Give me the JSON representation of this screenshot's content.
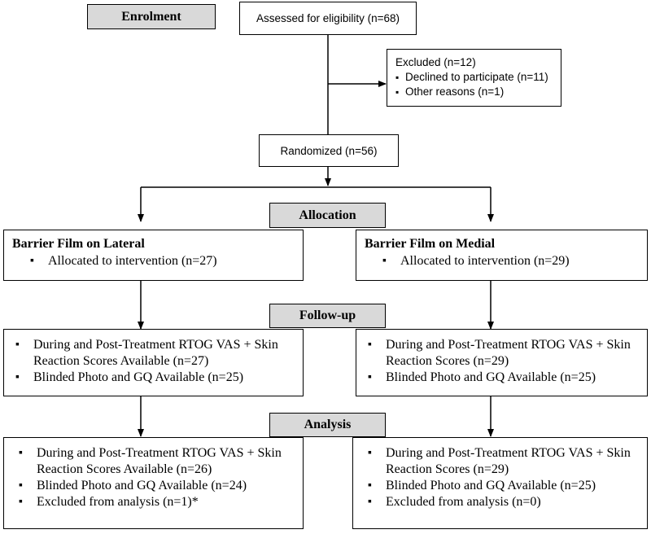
{
  "stages": {
    "enrolment": "Enrolment",
    "allocation": "Allocation",
    "followup": "Follow-up",
    "analysis": "Analysis"
  },
  "eligibility": "Assessed for eligibility (n=68)",
  "excluded": {
    "title": "Excluded (n=12)",
    "items": [
      "Declined to participate (n=11)",
      "Other reasons (n=1)"
    ]
  },
  "randomized": "Randomized (n=56)",
  "lateral": {
    "title": "Barrier Film on Lateral",
    "allocation": [
      "Allocated to intervention (n=27)"
    ],
    "followup": [
      "During and Post-Treatment RTOG VAS + Skin Reaction Scores Available (n=27)",
      "Blinded Photo and GQ Available (n=25)"
    ],
    "analysis": [
      "During and Post-Treatment RTOG VAS + Skin Reaction Scores Available (n=26)",
      "Blinded Photo and GQ Available (n=24)",
      "Excluded from analysis (n=1)*"
    ]
  },
  "medial": {
    "title": "Barrier Film on Medial",
    "allocation": [
      "Allocated to intervention (n=29)"
    ],
    "followup": [
      "During and Post-Treatment RTOG VAS + Skin Reaction Scores (n=29)",
      "Blinded Photo and GQ Available (n=25)"
    ],
    "analysis": [
      "During and Post-Treatment RTOG VAS + Skin Reaction Scores (n=29)",
      "Blinded Photo and GQ Available (n=25)",
      "Excluded from analysis (n=0)"
    ]
  }
}
